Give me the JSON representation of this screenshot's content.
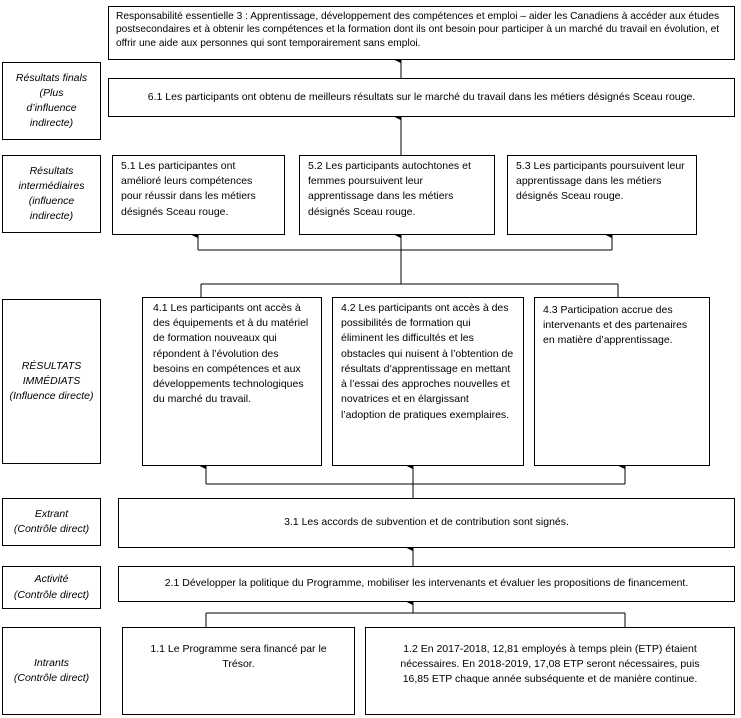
{
  "top": {
    "text": "Responsabilité essentielle 3 : Apprentissage, développement des compétences et emploi – aider les Canadiens à accéder aux études postsecondaires et à obtenir les compétences et la formation dont ils ont besoin pour participer à un marché du travail en évolution, et offrir une aide aux personnes qui sont temporairement sans emploi."
  },
  "levels": {
    "final": "Résultats finals\n(Plus\nd’influence\nindirecte)",
    "intermediate": "Résultats\nintermédiaires\n(influence\nindirecte)",
    "immediate": "RÉSULTATS\nIMMÉDIATS\n(Influence directe)",
    "output": "Extrant\n(Contrôle direct)",
    "activity": "Activité\n(Contrôle direct)",
    "inputs": "Intrants\n(Contrôle direct)"
  },
  "final_outcome": {
    "text": "6.1 Les participants ont obtenu de meilleurs résultats sur le marché du travail dans les métiers désignés Sceau rouge."
  },
  "intermediate_outcomes": [
    {
      "text": "5.1 Les participantes ont amélioré leurs compétences pour réussir dans les métiers désignés Sceau rouge."
    },
    {
      "text": "5.2 Les participants autochtones et femmes poursuivent leur apprentissage dans les métiers désignés Sceau rouge."
    },
    {
      "text": "5.3 Les participants poursuivent leur apprentissage dans les métiers désignés Sceau rouge."
    }
  ],
  "immediate_outcomes": [
    {
      "text": "4.1 Les participants ont accès à des équipements et à du matériel de formation nouveaux qui répondent à l’évolution des besoins en compétences et aux développements technologiques du marché du travail."
    },
    {
      "text": "4.2 Les participants ont accès à des possibilités de formation qui éliminent les difficultés et les obstacles qui nuisent à l’obtention de résultats d’apprentissage en mettant à l’essai des approches nouvelles et novatrices et en élargissant l’adoption de pratiques exemplaires."
    },
    {
      "text": "4.3 Participation accrue des intervenants et des partenaires en matière d’apprentissage."
    }
  ],
  "output": {
    "text": "3.1 Les accords de subvention et de contribution sont signés."
  },
  "activity": {
    "text": "2.1 Développer la politique du Programme, mobiliser les intervenants et évaluer les propositions de financement."
  },
  "inputs": [
    {
      "text": "1.1 Le Programme sera financé par le Trésor."
    },
    {
      "text": "1.2 En 2017-2018, 12,81 employés à temps plein (ETP) étaient nécessaires. En 2018-2019, 17,08 ETP seront nécessaires, puis 16,85 ETP chaque année subséquente et de manière continue."
    }
  ]
}
